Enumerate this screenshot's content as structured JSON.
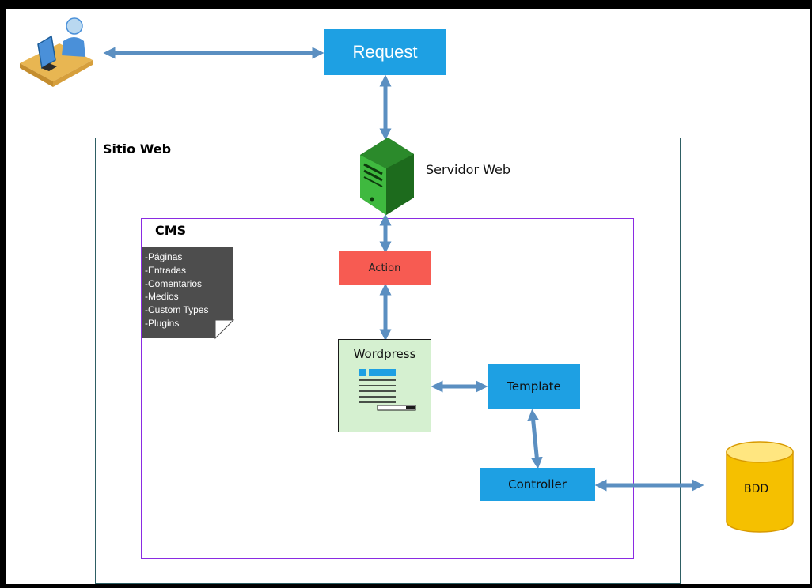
{
  "nodes": {
    "request": "Request",
    "sitio_web": "Sitio Web",
    "servidor_web": "Servidor Web",
    "cms": "CMS",
    "action": "Action",
    "wordpress": "Wordpress",
    "template": "Template",
    "controller": "Controller",
    "bdd": "BDD"
  },
  "cms_items": [
    "-Páginas",
    "-Entradas",
    "-Comentarios",
    "-Medios",
    "-Custom Types",
    "-Plugins"
  ],
  "colors": {
    "blue_box": "#1ea0e3",
    "action_red": "#f75b52",
    "wordpress_green": "#d5f0d0",
    "arrow": "#5b8fc1",
    "sitio_border": "#2e5f64",
    "cms_border": "#8a2be2",
    "note_gray": "#4d4d4d",
    "bdd_yellow": "#f5c000"
  },
  "icons": [
    "user-at-computer-icon",
    "server-icon",
    "document-form-icon",
    "database-icon"
  ]
}
